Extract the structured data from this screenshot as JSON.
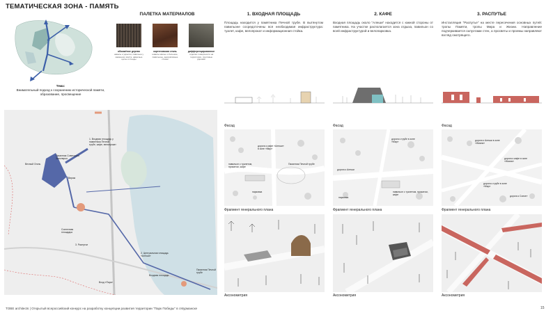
{
  "title": "ТЕМАТИЧЕСКАЯ ЗОНА - ПАМЯТЬ",
  "theme": {
    "label": "Тема:",
    "text": "Внимательный подход к сохранению исторической памяти, образование, просвещение"
  },
  "palette": {
    "heading": "ПАЛЕТКА МАТЕРИАЛОВ",
    "items": [
      {
        "name": "обожжёное дерево",
        "desc": "навесы и укрытия, павильон у каменного моста, навесные щиты и стенды",
        "color": "#4a4038"
      },
      {
        "name": "кортеновская сталь",
        "desc": "навесы малые и большие, павильоны, декоративные стенки",
        "color": "#6b3a26"
      },
      {
        "name": "дифференцированное",
        "desc": "отделка: поверхности на территории, грунтовые дорожки",
        "color": "#5c5a52"
      }
    ]
  },
  "columns": [
    {
      "heading": "1. ВХОДНАЯ ПЛОЩАДЬ",
      "text": "Площадь находится у памятника Печной трубе. В вытянутом павильоне сосредоточены вся необходимая инфраструктура: туалет, кафе, велопрокат и информационная стойка.",
      "facade": "Фасад",
      "plan": "Фрагмент генерального плана",
      "axon": "Аксонометрия",
      "plan_labels": [
        "дорога к кафе «Алеши» в зоне «Мир»",
        "павильон с туалетом, прокатом, кафе",
        "Памятник Печной трубе",
        "парковка"
      ]
    },
    {
      "heading": "2. КАФЕ",
      "text": "Входная площадь около \"Алеши\" находится с южной стороны от памятника. На участке располагается зона отдыха, павильон со всей инфраструктурой и велопарковка.",
      "facade": "Фасад",
      "plan": "Фрагмент генерального плана",
      "axon": "Аксонометрия",
      "plan_labels": [
        "дорога к трубе в зоне «Мир»",
        "дорога к Алеши",
        "павильон с туалетом, прокатом, кафе",
        "парковка"
      ]
    },
    {
      "heading": "3. РАСПУТЬЕ",
      "text": "Инсталляция \"Распутье\" на месте пересечения основных путей: тропы Памяти, тропы Мира и Жизни. Направление подчеркивается силуэтами стен, а просветы и проемы направляют взгляд смотрящего.",
      "facade": "Фасад",
      "plan": "Фрагмент генерального плана",
      "axon": "Аксонометрия",
      "plan_labels": [
        "дорога к Алеши в зоне «Жизни»",
        "дорога к кафе в зоне «Жизни»",
        "дорога к трубе в зоне «Мир»",
        "дорога к Сопке»"
      ]
    }
  ],
  "map_labels": [
    "1. Входная площадь у памятника Печной трубе, кафе, велопрокат",
    "Памятник Советского Заполярья",
    "Вечный Огонь",
    "Вираж",
    "Солнечная площадка",
    "2. Центральная площадь «Алеши»",
    "3. Распутье",
    "Вход «Парк»",
    "Входная площадь",
    "Памятник Печной трубе"
  ],
  "footer": "TOBE architects | Открытый всероссийский конкурс на разработку концепции развития территории \"Парк Победы\" в г.Мурманске",
  "page_number": "15"
}
